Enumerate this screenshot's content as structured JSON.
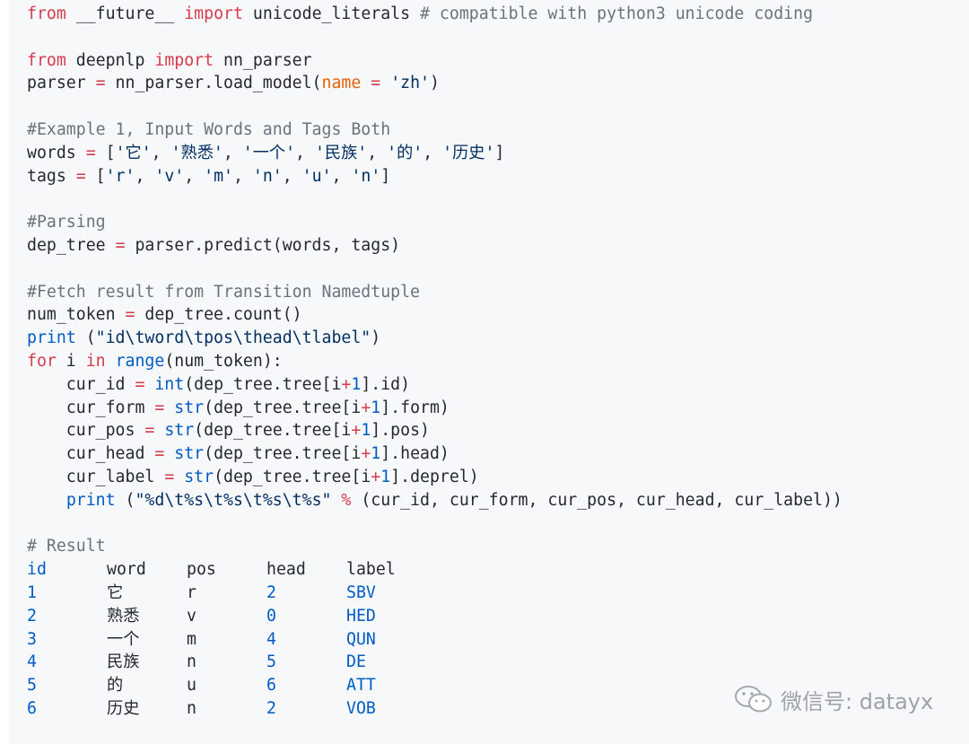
{
  "code": {
    "l1": {
      "kw1": "from",
      "mod": " __future__ ",
      "kw2": "import",
      "name": " unicode_literals ",
      "comment": "# compatible with python3 unicode coding"
    },
    "l3": {
      "kw1": "from",
      "mod": " deepnlp ",
      "kw2": "import",
      "name": " nn_parser"
    },
    "l4": {
      "a": "parser ",
      "op": "=",
      "b": " nn_parser.load_model(",
      "param": "name",
      "c": " ",
      "op2": "=",
      "d": " ",
      "str": "'zh'",
      "e": ")"
    },
    "l6": {
      "comment": "#Example 1, Input Words and Tags Both"
    },
    "l7": {
      "a": "words ",
      "op": "=",
      "b": " [",
      "s1": "'它'",
      "s2": "'熟悉'",
      "s3": "'一个'",
      "s4": "'民族'",
      "s5": "'的'",
      "s6": "'历史'",
      "sep": ", ",
      "e": "]"
    },
    "l8": {
      "a": "tags ",
      "op": "=",
      "b": " [",
      "s1": "'r'",
      "s2": "'v'",
      "s3": "'m'",
      "s4": "'n'",
      "s5": "'u'",
      "s6": "'n'",
      "sep": ", ",
      "e": "]"
    },
    "l10": {
      "comment": "#Parsing"
    },
    "l11": {
      "a": "dep_tree ",
      "op": "=",
      "b": " parser.predict(words, tags)"
    },
    "l13": {
      "comment": "#Fetch result from Transition Namedtuple"
    },
    "l14": {
      "a": "num_token ",
      "op": "=",
      "b": " dep_tree.count()"
    },
    "l15": {
      "fn": "print",
      "a": " (",
      "str": "\"id\\tword\\tpos\\thead\\tlabel\"",
      "e": ")"
    },
    "l16": {
      "kw1": "for",
      "a": " i ",
      "kw2": "in",
      "b": " ",
      "fn": "range",
      "c": "(num_token):"
    },
    "l17": {
      "a": "    cur_id ",
      "op": "=",
      "b": " ",
      "fn": "int",
      "c": "(dep_tree.tree[i",
      "op2": "+",
      "num": "1",
      "d": "].id)"
    },
    "l18": {
      "a": "    cur_form ",
      "op": "=",
      "b": " ",
      "fn": "str",
      "c": "(dep_tree.tree[i",
      "op2": "+",
      "num": "1",
      "d": "].form)"
    },
    "l19": {
      "a": "    cur_pos ",
      "op": "=",
      "b": " ",
      "fn": "str",
      "c": "(dep_tree.tree[i",
      "op2": "+",
      "num": "1",
      "d": "].pos)"
    },
    "l20": {
      "a": "    cur_head ",
      "op": "=",
      "b": " ",
      "fn": "str",
      "c": "(dep_tree.tree[i",
      "op2": "+",
      "num": "1",
      "d": "].head)"
    },
    "l21": {
      "a": "    cur_label ",
      "op": "=",
      "b": " ",
      "fn": "str",
      "c": "(dep_tree.tree[i",
      "op2": "+",
      "num": "1",
      "d": "].deprel)"
    },
    "l22": {
      "a": "    ",
      "fn": "print",
      "b": " (",
      "str": "\"%d\\t%s\\t%s\\t%s\\t%s\"",
      "c": " ",
      "op": "%",
      "d": " (cur_id, cur_form, cur_pos, cur_head, cur_label))"
    },
    "l24": {
      "comment": "# Result"
    }
  },
  "result": {
    "columns": [
      "id",
      "word",
      "pos",
      "head",
      "label"
    ],
    "rows": [
      [
        "1",
        "它",
        "r",
        "2",
        "SBV"
      ],
      [
        "2",
        "熟悉",
        "v",
        "0",
        "HED"
      ],
      [
        "3",
        "一个",
        "m",
        "4",
        "QUN"
      ],
      [
        "4",
        "民族",
        "n",
        "5",
        "DE"
      ],
      [
        "5",
        "的",
        "u",
        "6",
        "ATT"
      ],
      [
        "6",
        "历史",
        "n",
        "2",
        "VOB"
      ]
    ]
  },
  "watermark": {
    "text": "微信号: datayx",
    "icon": "wechat-icon"
  }
}
